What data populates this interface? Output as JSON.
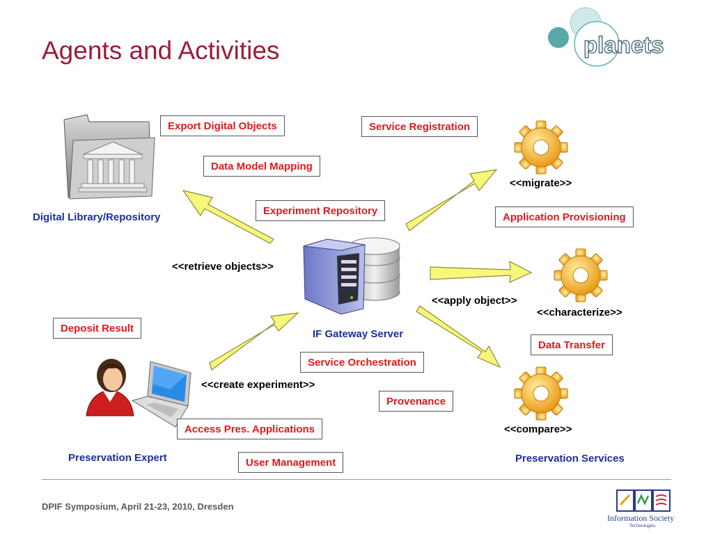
{
  "title": "Agents and Activities",
  "logo": {
    "text": "planets"
  },
  "agents": {
    "library": "Digital Library/Repository",
    "gateway": "IF Gateway Server",
    "expert": "Preservation Expert",
    "services": "Preservation Services"
  },
  "activities": {
    "export": "Export Digital Objects",
    "mapping": "Data Model Mapping",
    "experiment_repo": "Experiment Repository",
    "service_registration": "Service Registration",
    "app_provisioning": "Application Provisioning",
    "deposit": "Deposit Result",
    "orchestration": "Service Orchestration",
    "provenance": "Provenance",
    "access_pres": "Access Pres. Applications",
    "user_mgmt": "User Management",
    "data_transfer": "Data Transfer"
  },
  "stereotypes": {
    "retrieve": "<<retrieve objects>>",
    "create": "<<create experiment>>",
    "apply": "<<apply object>>",
    "migrate": "<<migrate>>",
    "characterize": "<<characterize>>",
    "compare": "<<compare>>"
  },
  "footer": {
    "text": "DPIF Symposium, April 21-23, 2010, Dresden",
    "ist_logo_text": "Information Society",
    "ist_logo_sub": "Technologies"
  },
  "colors": {
    "title": "#9b1d3a",
    "activity_text": "#e3181d",
    "agent_text": "#1c2e9c",
    "arrow_fill": "#f7f77a",
    "gear": "#f2a51a"
  }
}
